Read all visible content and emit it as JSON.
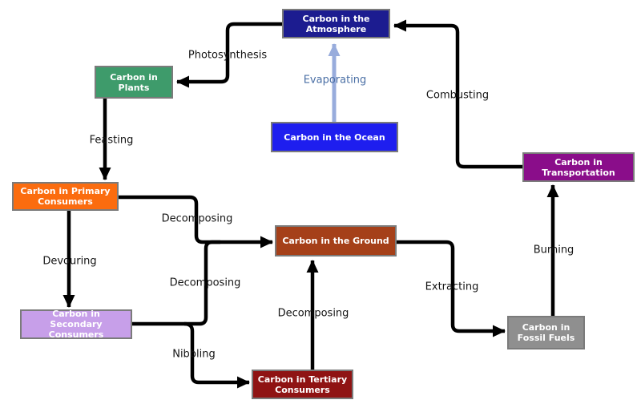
{
  "background": "#FFFFFF",
  "line_color": "#000000",
  "nodes": {
    "atmosphere": {
      "label": "Carbon in the Atmosphere",
      "color": "#1C1C90",
      "text_color": "#FFFFFF"
    },
    "plants": {
      "label": "Carbon in Plants",
      "color": "#3E9B6B",
      "text_color": "#FFFFFF"
    },
    "ocean": {
      "label": "Carbon in the Ocean",
      "color": "#1E1EEF",
      "text_color": "#FFFFFF"
    },
    "transportation": {
      "label": "Carbon in Transportation",
      "color": "#8A0D8A",
      "text_color": "#FFFFFF"
    },
    "primary": {
      "label": "Carbon in Primary Consumers",
      "color": "#FB6C0F",
      "text_color": "#FFFFFF"
    },
    "ground": {
      "label": "Carbon in the Ground",
      "color": "#A54019",
      "text_color": "#FFFFFF"
    },
    "secondary": {
      "label": "Carbon in Secondary Consumers",
      "color": "#C79FE9",
      "text_color": "#FFFFFF"
    },
    "tertiary": {
      "label": "Carbon in Tertiary Consumers",
      "color": "#8F1313",
      "text_color": "#FFFFFF"
    },
    "fossil": {
      "label": "Carbon in Fossil Fuels",
      "color": "#8F8F8F",
      "text_color": "#FFFFFF"
    }
  },
  "edges": {
    "photosynthesis": {
      "label": "Photosynthesis",
      "from": "atmosphere",
      "to": "plants"
    },
    "evaporating": {
      "label": "Evaporating",
      "from": "ocean",
      "to": "atmosphere",
      "color": "#4A6FA5",
      "line_color": "#98ACDC"
    },
    "combusting": {
      "label": "Combusting",
      "from": "transportation",
      "to": "atmosphere"
    },
    "feasting": {
      "label": "Feasting",
      "from": "plants",
      "to": "primary"
    },
    "devouring": {
      "label": "Devouring",
      "from": "primary",
      "to": "secondary"
    },
    "decomposing_primary": {
      "label": "Decomposing",
      "from": "primary",
      "to": "ground"
    },
    "decomposing_secondary": {
      "label": "Decomposing",
      "from": "secondary",
      "to": "ground"
    },
    "decomposing_tertiary": {
      "label": "Decomposing",
      "from": "tertiary",
      "to": "ground"
    },
    "nibbling": {
      "label": "Nibbling",
      "from": "secondary",
      "to": "tertiary"
    },
    "extracting": {
      "label": "Extracting",
      "from": "ground",
      "to": "fossil"
    },
    "burning": {
      "label": "Burning",
      "from": "fossil",
      "to": "transportation"
    }
  }
}
